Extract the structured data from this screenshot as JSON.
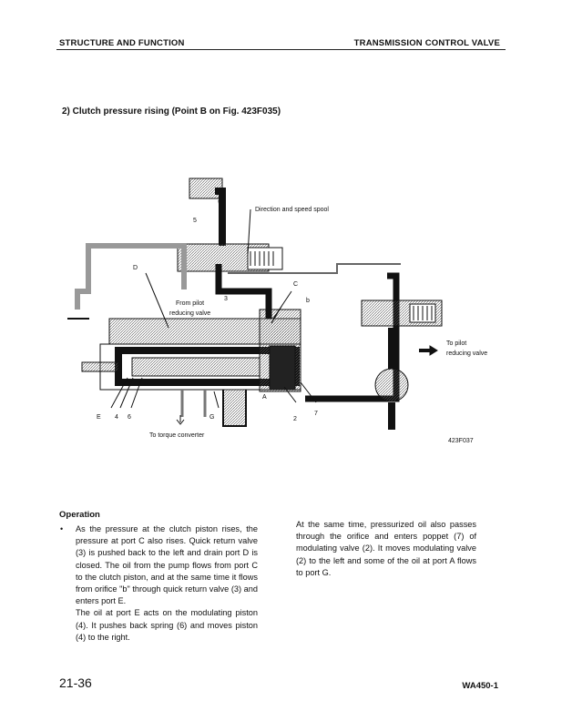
{
  "header": {
    "left": "STRUCTURE AND FUNCTION",
    "right": "TRANSMISSION CONTROL VALVE"
  },
  "section_title": "2)   Clutch pressure rising (Point B on Fig. 423F035)",
  "figure": {
    "labels": {
      "n5": "5",
      "spool": "Direction and speed spool",
      "D": "D",
      "C": "C",
      "b": "b",
      "from_pilot_1": "From pilot",
      "from_pilot_2": "reducing valve",
      "n3": "3",
      "to_pilot_1": "To pilot",
      "to_pilot_2": "reducing valve",
      "E": "E",
      "n4": "4",
      "n6": "6",
      "G": "G",
      "n2": "2",
      "n7": "7",
      "A": "A",
      "torque": "To torque converter"
    },
    "id": "423F037"
  },
  "operation": {
    "heading": "Operation",
    "bullet": "•",
    "p1": "As the pressure at the clutch piston rises, the pressure at port C also rises. Quick return valve (3) is pushed back to the left and drain port D is closed. The oil from the pump flows from port C to the clutch piston, and at the same time it flows from orifice \"b\" through quick return valve (3) and enters port E.",
    "p2": "The oil at port E acts on the modulating piston (4). It pushes back spring (6) and moves piston (4) to the right.",
    "p3": "At the same time, pressurized oil also passes through the orifice and enters poppet (7) of modulating valve (2). It moves modulating valve (2) to the left and some of the oil at port A flows to port G."
  },
  "footer": {
    "page": "21-36",
    "model": "WA450-1"
  }
}
